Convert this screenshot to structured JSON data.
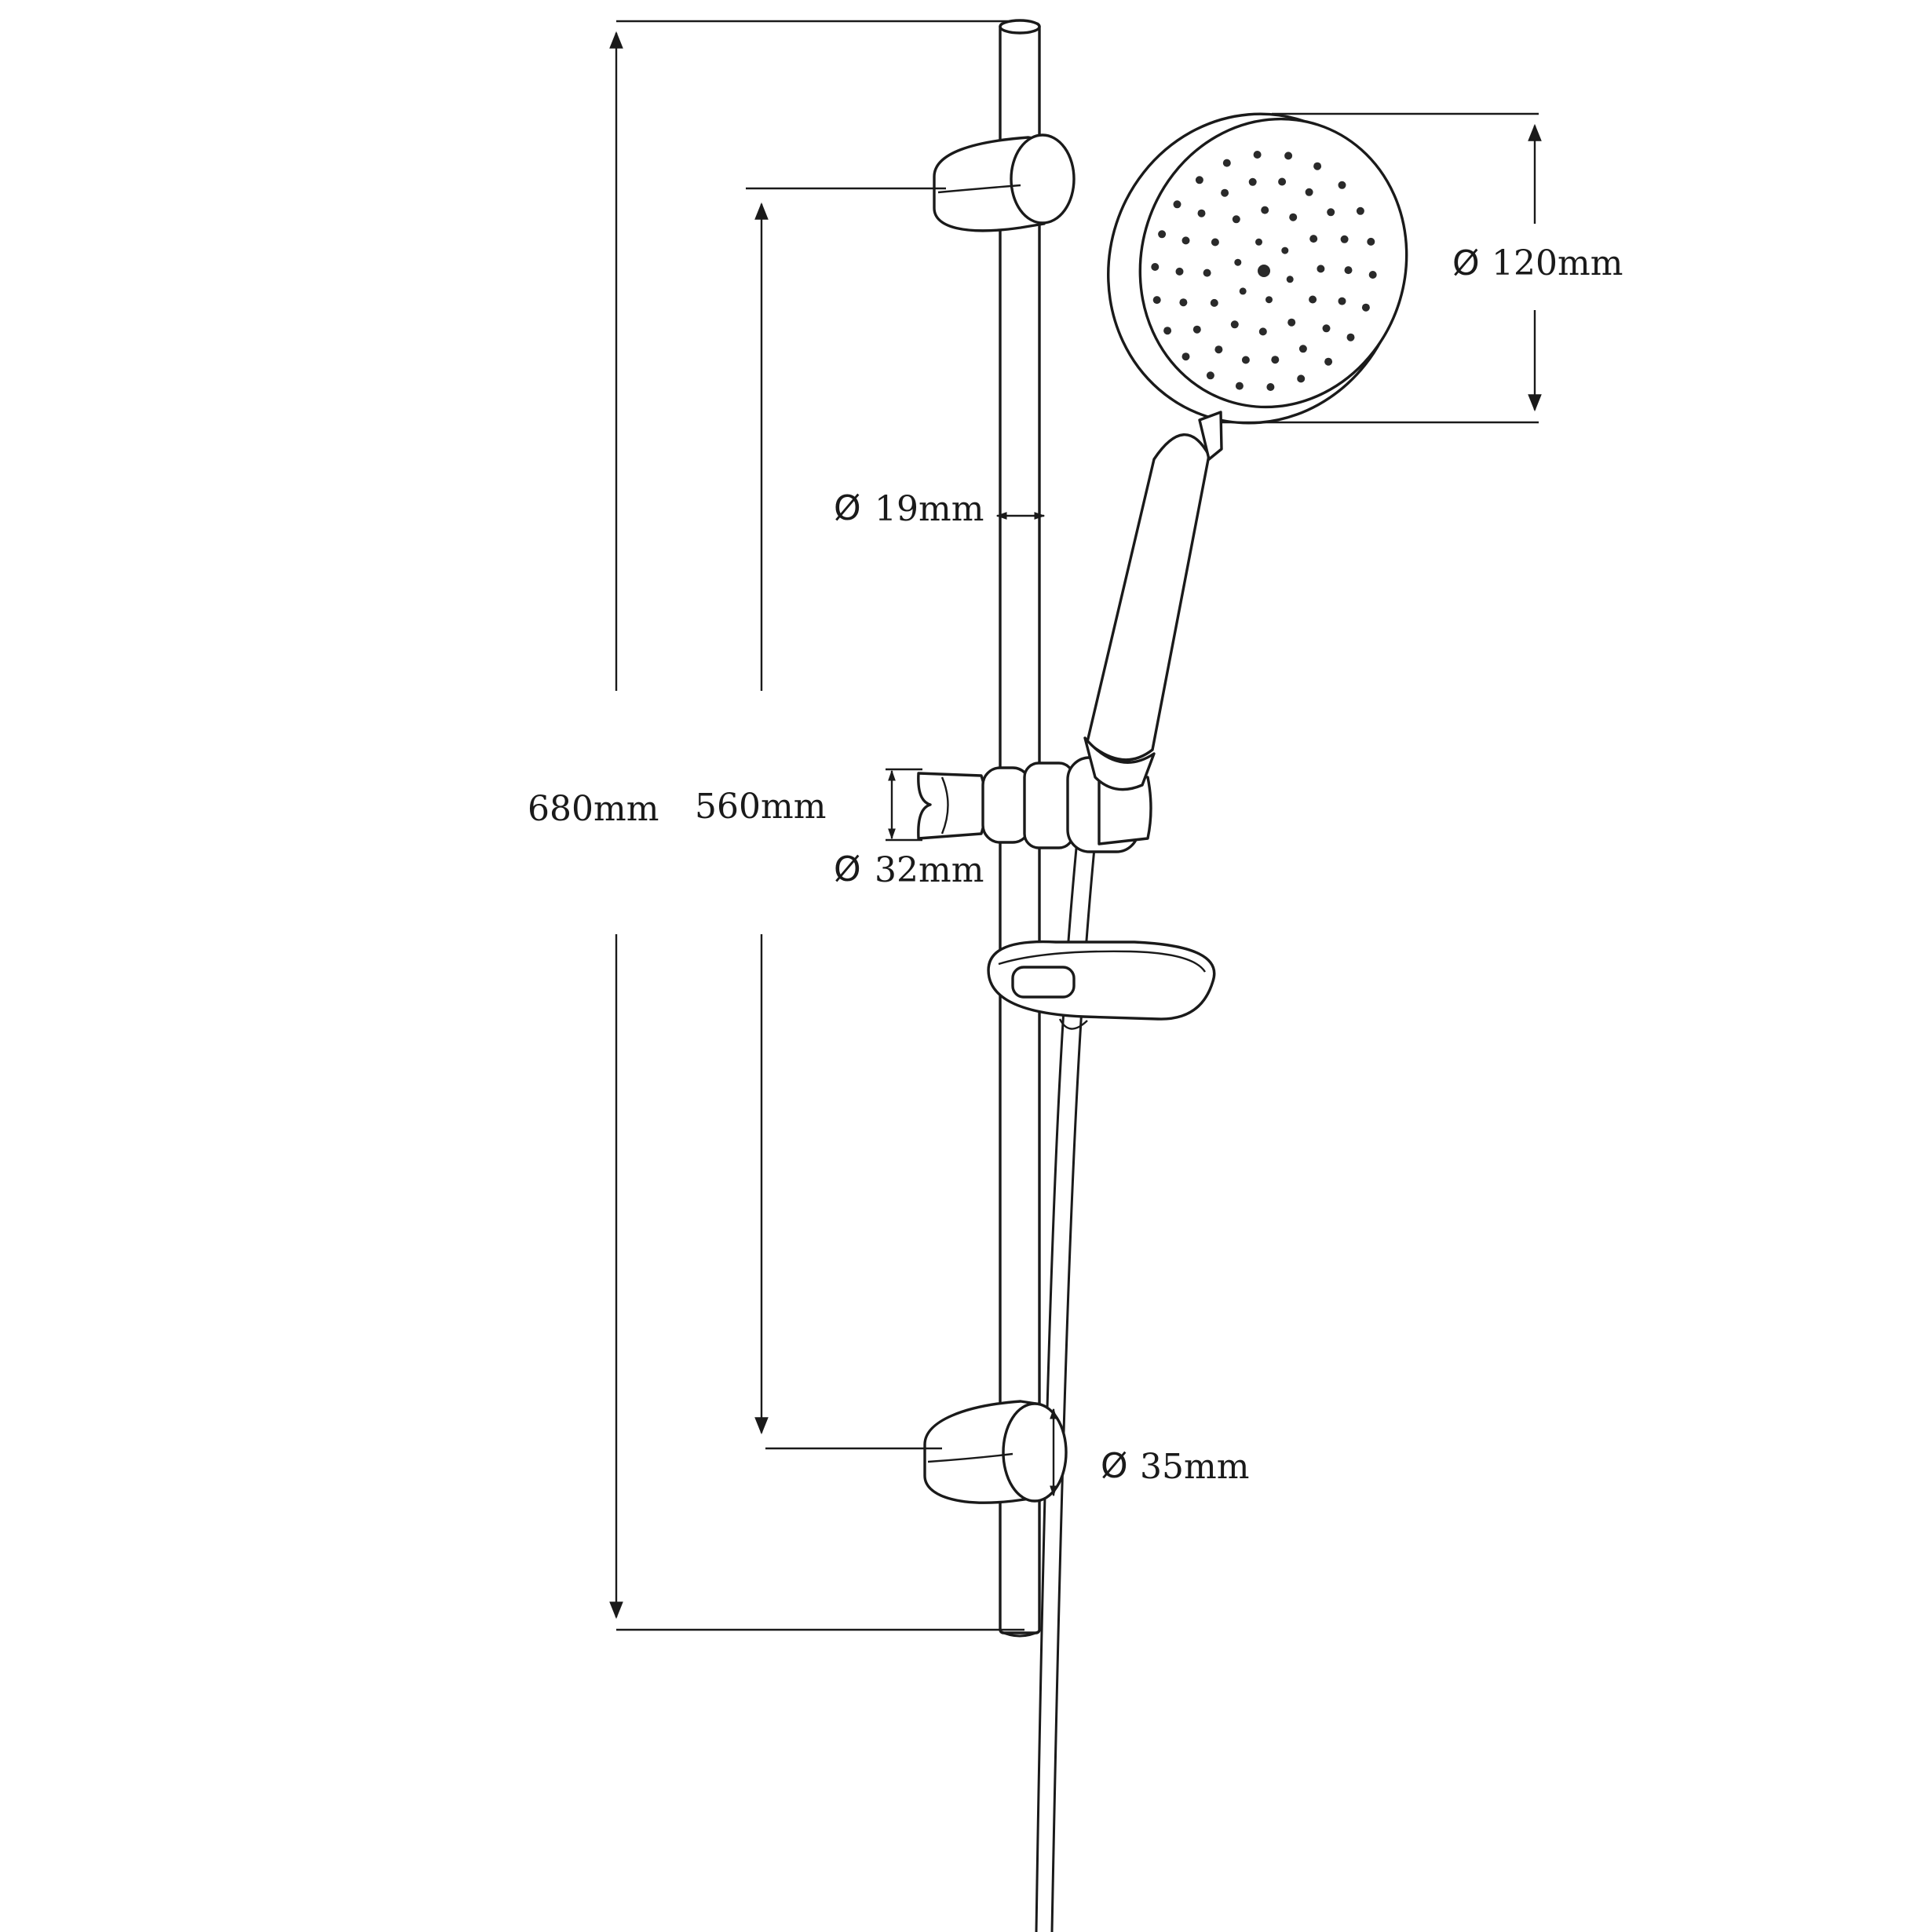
{
  "dimensions": {
    "overall_height": {
      "value": "680mm"
    },
    "bracket_spacing": {
      "value": "560mm"
    },
    "rail_diameter": {
      "symbol": "Ø",
      "value": "19mm"
    },
    "slider_diameter": {
      "symbol": "Ø",
      "value": "32mm"
    },
    "bracket_diameter": {
      "symbol": "Ø",
      "value": "35mm"
    },
    "head_diameter": {
      "symbol": "Ø",
      "value": "120mm"
    }
  },
  "colors": {
    "line": "#1a1a1a",
    "background": "#ffffff"
  }
}
